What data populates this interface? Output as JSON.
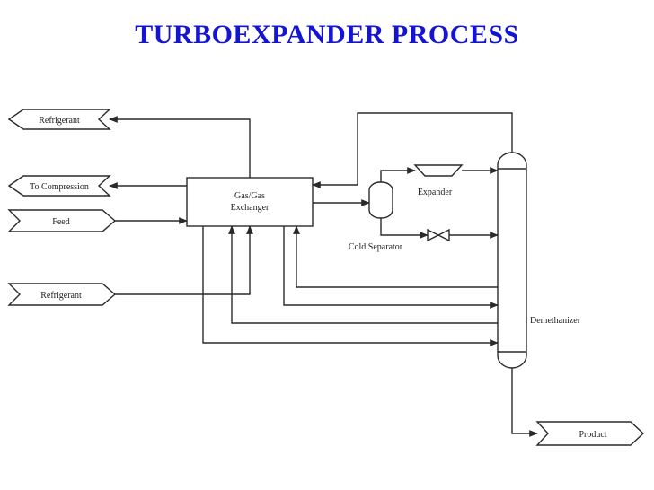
{
  "title": "TURBOEXPANDER PROCESS",
  "streams": {
    "refrigerant_out": "Refrigerant",
    "to_compression": "To Compression",
    "feed": "Feed",
    "refrigerant_in": "Refrigerant",
    "product": "Product"
  },
  "equipment": {
    "exchanger_line1": "Gas/Gas",
    "exchanger_line2": "Exchanger",
    "expander": "Expander",
    "cold_separator": "Cold Separator",
    "demethanizer": "Demethanizer"
  }
}
